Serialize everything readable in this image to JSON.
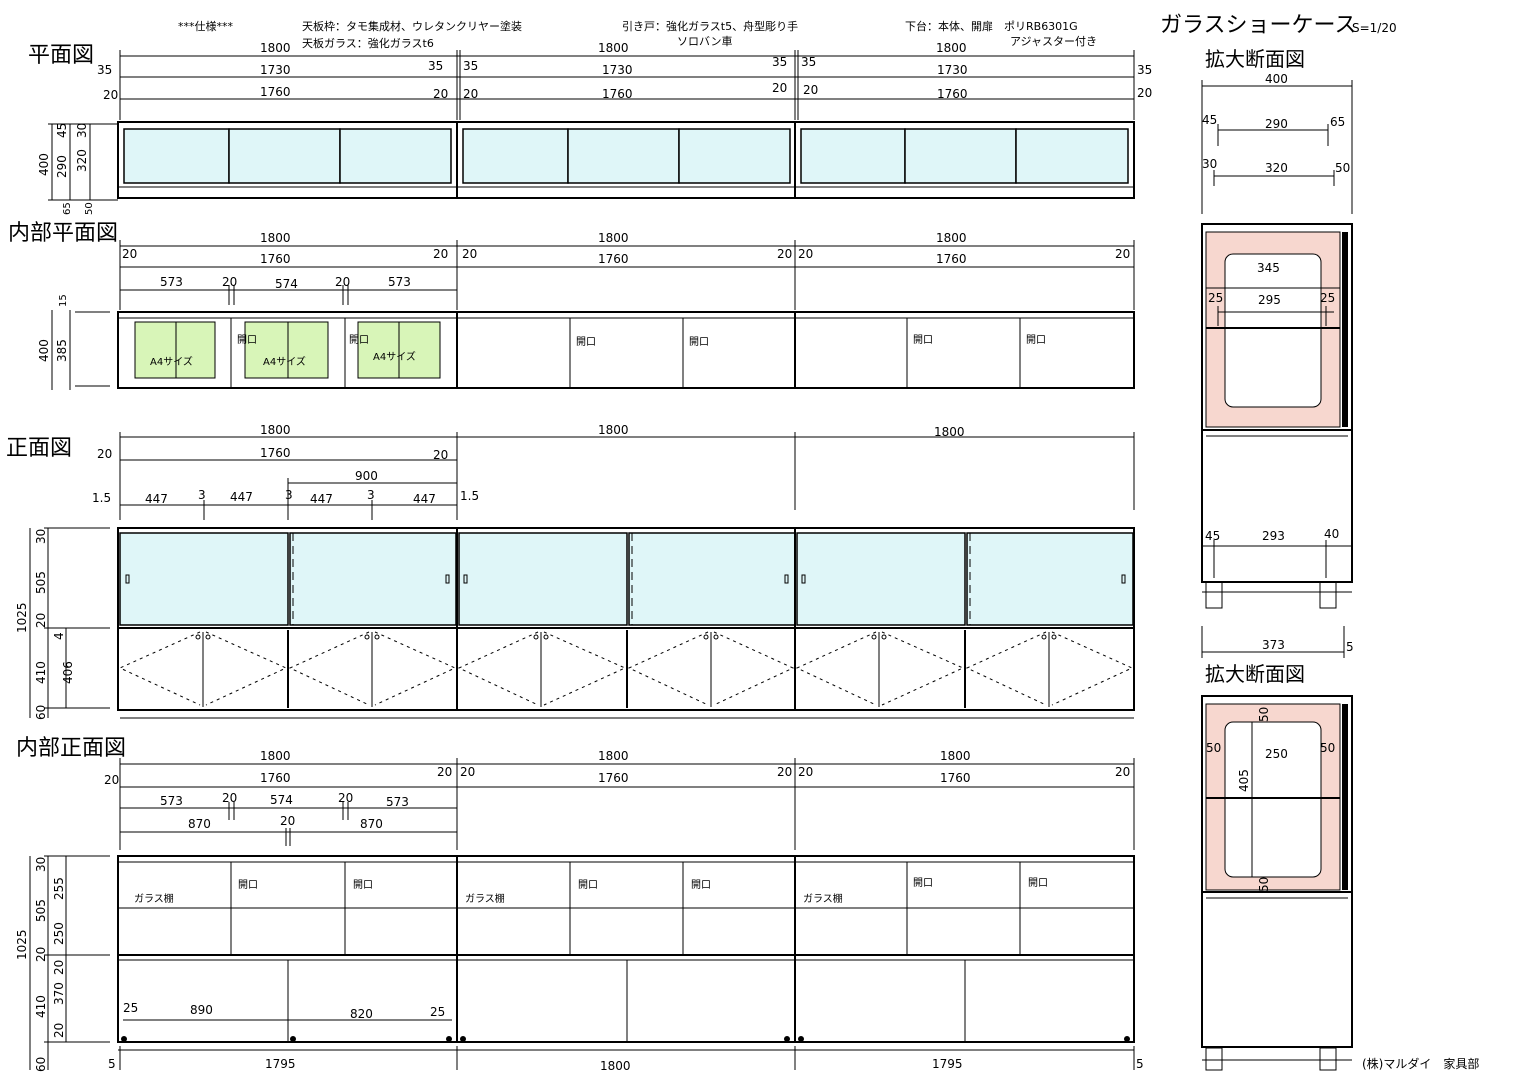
{
  "spec": {
    "line1": "***仕様***",
    "top_frame": "天板枠：タモ集成材、ウレタンクリヤー塗装",
    "top_glass": "天板ガラス：強化ガラスt6",
    "door": "引き戸：強化ガラスt5、舟型彫り手",
    "rail": "ソロバン車",
    "base": "下台：本体、開扉　ポリRB6301G",
    "adjuster": "アジャスター付き"
  },
  "title": {
    "name": "ガラスショーケース",
    "scale": "S=1/20"
  },
  "views": {
    "plan": "平面図",
    "inner_plan": "内部平面図",
    "front": "正面図",
    "inner_front": "内部正面図",
    "section1": "拡大断面図",
    "section2": "拡大断面図"
  },
  "labels": {
    "a4": "A4サイズ",
    "open": "開口",
    "glass_shelf": "ガラス棚"
  },
  "footer": "(株)マルダイ　家具部",
  "dims": {
    "d1800": "1800",
    "d1730": "1730",
    "d1760": "1760",
    "d1795": "1795",
    "d35": "35",
    "d20": "20",
    "d15": "15",
    "d400": "400",
    "d290": "290",
    "d320": "320",
    "d45": "45",
    "d30": "30",
    "d65": "65",
    "d50": "50",
    "d385": "385",
    "d573": "573",
    "d574": "574",
    "d870": "870",
    "d900": "900",
    "d1_5": "1.5",
    "d447": "447",
    "d3": "3",
    "d4": "4",
    "d1025": "1025",
    "d505": "505",
    "d410": "410",
    "d406": "406",
    "d60": "60",
    "d255": "255",
    "d250": "250",
    "d370": "370",
    "d25": "25",
    "d890": "890",
    "d820": "820",
    "d5": "5",
    "d345": "345",
    "d295": "295",
    "d293": "293",
    "d40": "40",
    "d373": "373",
    "d405": "405"
  },
  "colors": {
    "glass": "#dff6f8",
    "paper": "#d8f5b8",
    "pink_panel": "#f7d7cf"
  }
}
